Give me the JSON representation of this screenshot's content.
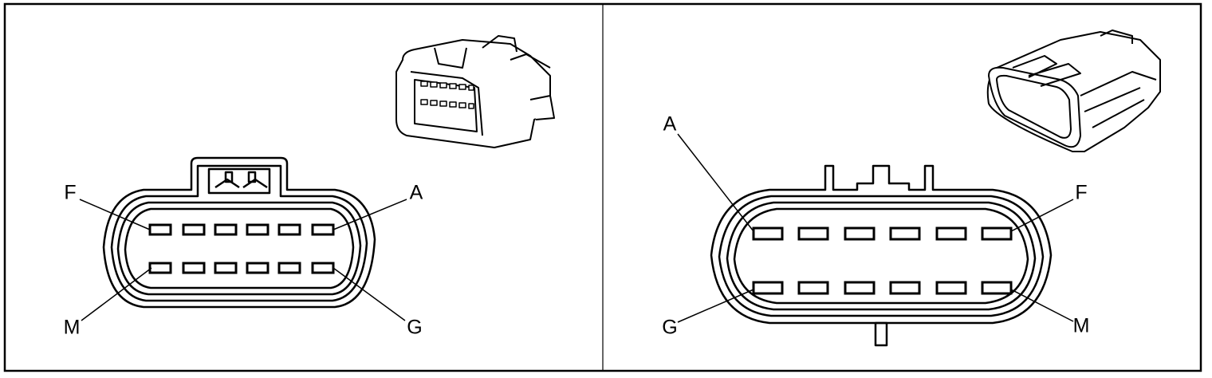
{
  "colors": {
    "line": "#000000",
    "background": "#ffffff"
  },
  "panels": [
    {
      "name": "female-connector",
      "labels": {
        "top_left": "F",
        "top_right": "A",
        "bottom_left": "M",
        "bottom_right": "G"
      },
      "pin_rows": 2,
      "pins_per_row": 6,
      "thumbnail_icon": "connector-3d-female-icon"
    },
    {
      "name": "male-connector",
      "labels": {
        "top_left": "A",
        "top_right": "F",
        "bottom_left": "G",
        "bottom_right": "M"
      },
      "pin_rows": 2,
      "pins_per_row": 6,
      "thumbnail_icon": "connector-3d-male-icon"
    }
  ]
}
